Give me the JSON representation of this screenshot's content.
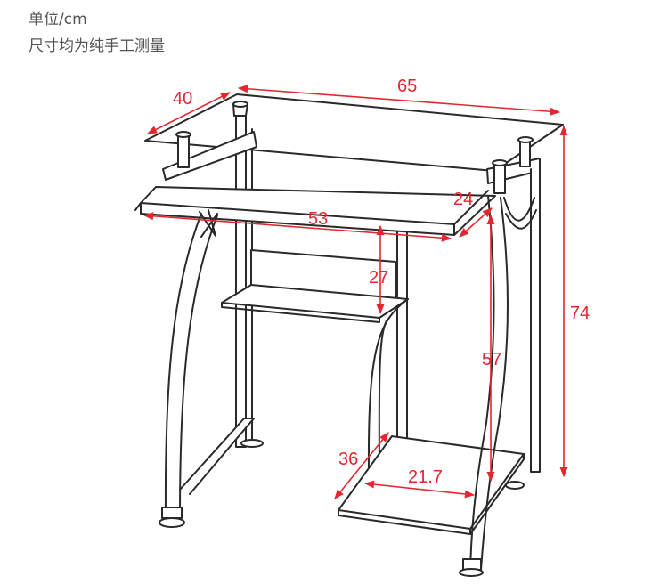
{
  "header": {
    "unit": "单位/cm",
    "note": "尺寸均为纯手工测量"
  },
  "colors": {
    "dimension": "#e3262f",
    "line": "#2a2a2a",
    "text": "#555555"
  },
  "dimensions": {
    "depth_top": "40",
    "width_top": "65",
    "height_total": "74",
    "keyboard_width": "53",
    "keyboard_depth": "24",
    "keyboard_to_shelf": "27",
    "keyboard_height": "57",
    "bottom_shelf_depth": "36",
    "bottom_shelf_width": "21.7"
  }
}
